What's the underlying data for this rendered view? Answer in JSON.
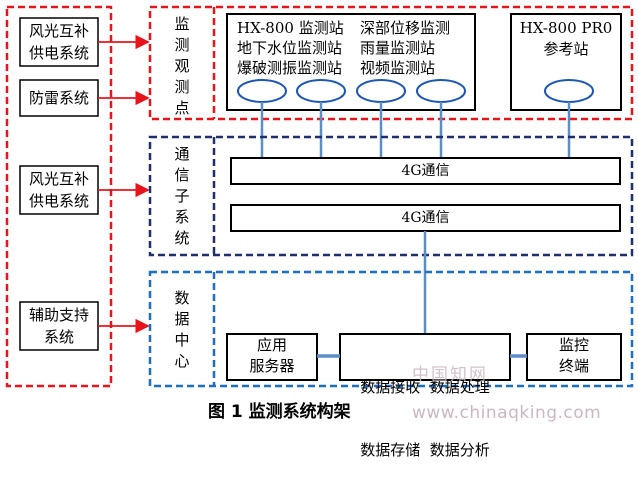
{
  "left_column": {
    "box1": [
      "风光互补",
      "供电系统"
    ],
    "box2": "防雷系统",
    "box3": [
      "风光互补",
      "供电系统"
    ],
    "box4": [
      "辅助支持",
      "系统"
    ]
  },
  "monitoring": {
    "group_label": "监测观测点",
    "stations_col1": [
      "HX-800 监测站",
      "地下水位监测站",
      "爆破测振监测站"
    ],
    "stations_col2": [
      "深部位移监测",
      "雨量监测站",
      "视频监测站"
    ],
    "reference": [
      "HX-800 PR0",
      "参考站"
    ]
  },
  "comm": {
    "group_label": "通信子系统",
    "bar1": "4G通信",
    "bar2": "4G通信"
  },
  "data_center": {
    "group_label": "数据中心",
    "app_server": [
      "应用",
      "服务器"
    ],
    "processing": [
      "数据接收  数据处理",
      "数据存储  数据分析"
    ],
    "monitor_terminal": [
      "监控",
      "终端"
    ]
  },
  "caption": "图 1 监测系统构架",
  "watermark": "www.chinaqking.com",
  "watermark_cn": "中国知网",
  "colors": {
    "red": "#e8141c",
    "navy": "#1f2f6e",
    "blue": "#1e6fc0",
    "link": "#5b8ec6"
  }
}
